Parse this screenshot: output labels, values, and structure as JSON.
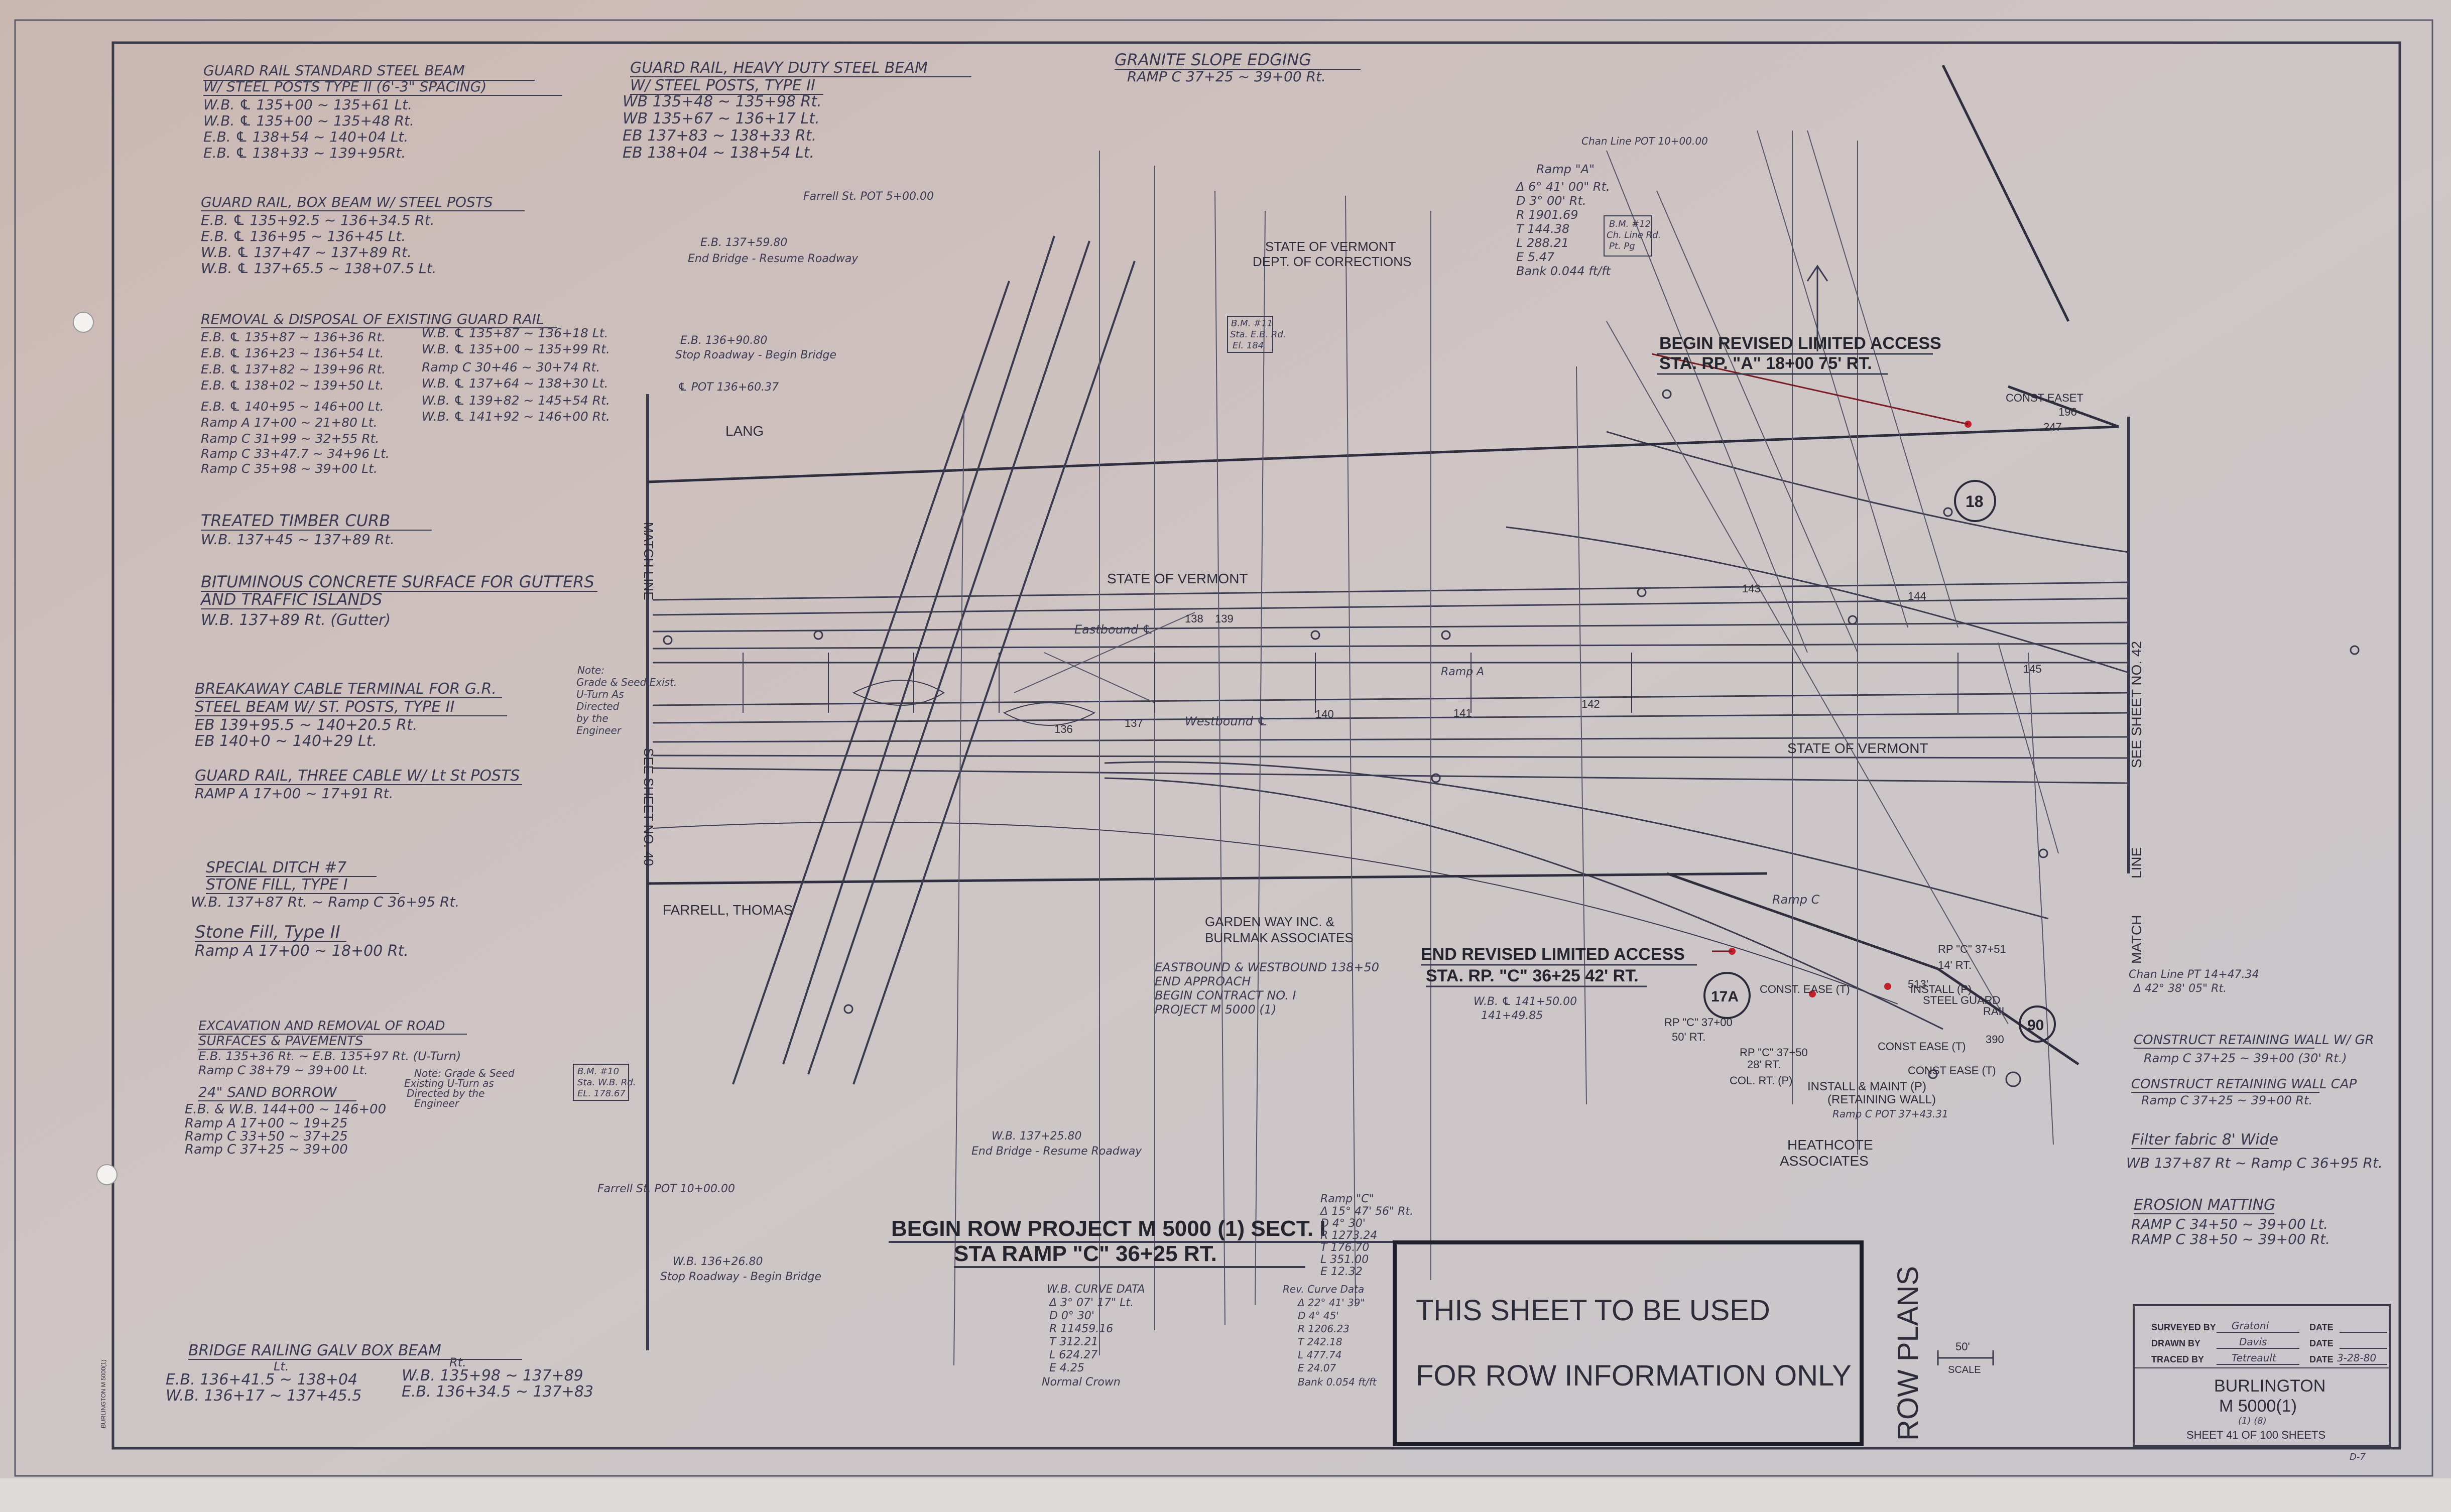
{
  "notes_left": {
    "gr_std_title": "GUARD RAIL STANDARD STEEL BEAM",
    "gr_std_sub": "W/ STEEL POSTS TYPE II (6'-3\" SPACING)",
    "gr_std_l1": "W.B. ℄ 135+00 ~ 135+61 Lt.",
    "gr_std_l2": "W.B. ℄ 135+00 ~ 135+48 Rt.",
    "gr_std_l3": "E.B. ℄ 138+54 ~ 140+04 Lt.",
    "gr_std_l4": "E.B. ℄ 138+33 ~ 139+95Rt.",
    "gr_box_title": "GUARD RAIL, BOX BEAM W/ STEEL POSTS",
    "gr_box_l1": "E.B. ℄ 135+92.5 ~ 136+34.5 Rt.",
    "gr_box_l2": "E.B. ℄ 136+95 ~ 136+45 Lt.",
    "gr_box_l3": "W.B. ℄ 137+47 ~ 137+89 Rt.",
    "gr_box_l4": "W.B. ℄ 137+65.5 ~ 138+07.5 Lt.",
    "removal_title": "REMOVAL & DISPOSAL OF EXISTING GUARD RAIL",
    "removal_a1": "E.B. ℄ 135+87 ~ 136+36 Rt.",
    "removal_a2": "E.B. ℄ 136+23 ~ 136+54 Lt.",
    "removal_a3": "E.B. ℄ 137+82 ~ 139+96 Rt.",
    "removal_a4": "E.B. ℄ 138+02 ~ 139+50 Lt.",
    "removal_a5": "E.B. ℄ 140+95 ~ 146+00 Lt.",
    "removal_a6": "Ramp A 17+00 ~ 21+80 Lt.",
    "removal_a7": "Ramp C 31+99 ~ 32+55 Rt.",
    "removal_a8": "Ramp C 33+47.7 ~ 34+96 Lt.",
    "removal_a9": "Ramp C 35+98 ~ 39+00 Lt.",
    "removal_b1": "W.B. ℄ 135+87 ~ 136+18 Lt.",
    "removal_b2": "W.B. ℄ 135+00 ~ 135+99 Rt.",
    "removal_b3": "Ramp C 30+46 ~ 30+74 Rt.",
    "removal_b4": "W.B. ℄ 137+64 ~ 138+30 Lt.",
    "removal_b5": "W.B. ℄ 139+82 ~ 145+54 Rt.",
    "removal_b6": "W.B. ℄ 141+92 ~ 146+00 Rt.",
    "timber_title": "TREATED TIMBER CURB",
    "timber_l1": "W.B. 137+45 ~ 137+89 Rt.",
    "bit_title_1": "BITUMINOUS CONCRETE SURFACE FOR GUTTERS",
    "bit_title_2": "AND TRAFFIC ISLANDS",
    "bit_l1": "W.B. 137+89 Rt. (Gutter)",
    "cable_title_1": "BREAKAWAY CABLE TERMINAL FOR G.R.",
    "cable_title_2": "STEEL BEAM W/ ST. POSTS, TYPE II",
    "cable_l1": "EB 139+95.5 ~ 140+20.5 Rt.",
    "cable_l2": "EB 140+0 ~ 140+29 Lt.",
    "three_cable_title": "GUARD RAIL, THREE CABLE W/ Lt St POSTS",
    "three_cable_l1": "RAMP A 17+00 ~ 17+91 Rt.",
    "ditch_title_1": "SPECIAL DITCH #7",
    "ditch_title_2": "STONE FILL, TYPE I",
    "ditch_l1": "W.B. 137+87 Rt. ~ Ramp C 36+95 Rt.",
    "stone_title": "Stone Fill, Type II",
    "stone_l1": "Ramp A 17+00 ~ 18+00 Rt.",
    "exc_title_1": "EXCAVATION AND REMOVAL OF ROAD",
    "exc_title_2": "SURFACES & PAVEMENTS",
    "exc_l1": "E.B. 135+36 Rt. ~ E.B. 135+97 Rt. (U-Turn)",
    "exc_l2": "Ramp C 38+79 ~ 39+00 Lt.",
    "sand_title": "24\" SAND BORROW",
    "sand_l1": "E.B. & W.B. 144+00 ~ 146+00",
    "sand_l2": "Ramp A 17+00 ~ 19+25",
    "sand_l3": "Ramp C 33+50 ~ 37+25",
    "sand_l4": "Ramp C 37+25 ~ 39+00",
    "sand_note_1": "Note: Grade & Seed",
    "sand_note_2": "Existing U-Turn as",
    "sand_note_3": "Directed by the",
    "sand_note_4": "Engineer",
    "bridge_title": "BRIDGE RAILING GALV BOX BEAM",
    "bridge_lt": "Lt.",
    "bridge_rt": "Rt.",
    "bridge_l1": "E.B. 136+41.5 ~ 138+04",
    "bridge_l2": "W.B. 136+17 ~ 137+45.5",
    "bridge_l3": "W.B. 135+98 ~ 137+89",
    "bridge_l4": "E.B. 136+34.5 ~ 137+83"
  },
  "notes_top": {
    "heavy_title_1": "GUARD RAIL, HEAVY DUTY STEEL BEAM",
    "heavy_title_2": "W/ STEEL POSTS, TYPE II",
    "heavy_l1": "WB  135+48 ~ 135+98 Rt.",
    "heavy_l2": "WB  135+67 ~ 136+17 Lt.",
    "heavy_l3": "EB  137+83 ~ 138+33 Rt.",
    "heavy_l4": "EB  138+04 ~ 138+54 Lt.",
    "granite_title": "GRANITE SLOPE EDGING",
    "granite_l1": "RAMP C  37+25 ~ 39+00 Rt."
  },
  "notes_right": {
    "retaining_title": "CONSTRUCT RETAINING WALL W/ GR",
    "retaining_l1": "Ramp C  37+25 ~ 39+00 (30' Rt.)",
    "retaining_cap": "CONSTRUCT RETAINING WALL CAP",
    "retaining_cap_l1": "Ramp C  37+25 ~ 39+00 Rt.",
    "filter_title": "Filter fabric 8' Wide",
    "filter_l1": "WB 137+87 Rt ~ Ramp C 36+95 Rt.",
    "erosion_title": "EROSION MATTING",
    "erosion_l1": "RAMP C  34+50 ~ 39+00 Lt.",
    "erosion_l2": "RAMP C  38+50 ~ 39+00 Rt.",
    "chan_line_pt": "Chan Line PT 14+47.34",
    "chan_delta": "Δ 42° 38' 05\" Rt."
  },
  "map": {
    "lang": "LANG",
    "state_vermont_1": "STATE OF VERMONT",
    "state_vermont_2": "STATE OF VERMONT",
    "state_corrections_1": "STATE OF VERMONT",
    "state_corrections_2": "DEPT. OF CORRECTIONS",
    "farrell_thomas": "FARRELL, THOMAS",
    "garden_way_1": "GARDEN WAY INC. &",
    "garden_way_2": "BURLMAK ASSOCIATES",
    "heathcote_1": "HEATHCOTE",
    "heathcote_2": "ASSOCIATES",
    "match_line": "MATCH LINE",
    "see_sheet_40": "SEE SHEET NO. 40",
    "see_sheet_42": "SEE SHEET NO. 42",
    "match_right": "MATCH",
    "line_right": "LINE",
    "begin_limited_1": "BEGIN REVISED LIMITED ACCESS",
    "begin_limited_2": "STA. RP. \"A\" 18+00  75' RT.",
    "end_limited_1": "END REVISED LIMITED ACCESS",
    "end_limited_2": "STA. RP. \"C\" 36+25  42' RT.",
    "begin_row_1": "BEGIN ROW PROJECT M 5000 (1) SECT. I",
    "begin_row_2": "STA RAMP \"C\" 36+25 RT.",
    "eastbound_label": "Eastbound ℄",
    "westbound_label": "Westbound ℄",
    "ramp_c_label": "Ramp C",
    "ramp_a_label": "Ramp A",
    "sta_136": "136",
    "sta_137": "137",
    "sta_138": "138",
    "sta_139": "139",
    "sta_140": "140",
    "sta_141": "141",
    "sta_142": "142",
    "sta_143": "143",
    "sta_144": "144",
    "sta_145": "145",
    "circle_18": "18",
    "circle_17a": "17A",
    "circle_90": "90",
    "const_ease_1": "CONST. EASE (T)",
    "const_ease_2": "CONST EASE (T)",
    "const_ease_3": "CONST EASE (T)",
    "const_easet": "CONST EASET",
    "num_196": "196",
    "num_247": "247",
    "num_390": "390",
    "install_steel_1": "INSTALL (P)",
    "install_steel_2": "STEEL GUARD",
    "install_steel_3": "RAIL",
    "install_maint_1": "INSTALL & MAINT (P)",
    "install_maint_2": "(RETAINING WALL)",
    "rp_c_37_51": "RP \"C\" 37+51",
    "rp_c_37_51_off": "14' RT.",
    "off_513": "513'",
    "rp_c_37_00": "RP \"C\" 37+00",
    "rp_c_37_00_off": "50' RT.",
    "rp_c_37_50": "RP \"C\" 37+50",
    "rp_c_37_50_off": "28' RT.",
    "col_rt": "COL. RT. (P)",
    "ramp_c_pot": "Ramp C  POT 37+43.31",
    "ramp_a_title": "Ramp \"A\"",
    "ramp_a_delta": "Δ  6° 41' 00\" Rt.",
    "ramp_a_d": "D  3° 00' Rt.",
    "ramp_a_r": "R  1901.69",
    "ramp_a_t": "T  144.38",
    "ramp_a_l": "L  288.21",
    "ramp_a_e": "E  5.47",
    "ramp_a_bank": "Bank 0.044 ft/ft",
    "chan_line_pot": "Chan Line POT 10+00.00",
    "farrell_pot_top": "Farrell St. POT 5+00.00",
    "farrell_pot_bottom": "Farrell St. POT 10+00.00",
    "eb_end_bridge_1": "E.B. 137+59.80",
    "eb_end_bridge_2": "End Bridge - Resume Roadway",
    "eb_stop_bridge_1": "E.B. 136+90.80",
    "eb_stop_bridge_2": "Stop Roadway - Begin Bridge",
    "pot_136": "℄ POT 136+60.37",
    "wb_end_bridge_1": "W.B. 137+25.80",
    "wb_end_bridge_2": "End Bridge - Resume Roadway",
    "wb_stop_bridge_1": "W.B. 136+26.80",
    "wb_stop_bridge_2": "Stop Roadway - Begin Bridge",
    "eastbound_westbound_1": "EASTBOUND & WESTBOUND 138+50",
    "eastbound_westbound_2": "END APPROACH",
    "eastbound_westbound_3": "BEGIN CONTRACT NO. I",
    "eastbound_westbound_4": "PROJECT M 5000 (1)",
    "grade_note_1": "Note:",
    "grade_note_2": "Grade & Seed Exist.",
    "grade_note_3": "U-Turn As",
    "grade_note_4": "Directed",
    "grade_note_5": "by the",
    "grade_note_6": "Engineer",
    "wb_curve_title": "W.B. CURVE DATA",
    "wb_curve_1": "Δ  3° 07' 17\" Lt.",
    "wb_curve_2": "D  0° 30'",
    "wb_curve_3": "R  11459.16",
    "wb_curve_4": "T  312.21",
    "wb_curve_5": "L  624.27",
    "wb_curve_6": "E  4.25",
    "wb_curve_7": "Normal Crown",
    "ramp_c_curve_title": "Ramp \"C\"",
    "ramp_c_curve_1": "Δ  15° 47' 56\" Rt.",
    "ramp_c_curve_2": "D  4° 30'",
    "ramp_c_curve_3": "R  1273.24",
    "ramp_c_curve_4": "T  176.70",
    "ramp_c_curve_5": "L  351.00",
    "ramp_c_curve_6": "E  12.32",
    "box_curve_title": "Rev. Curve Data",
    "box_curve_1": "Δ  22° 41' 39\"",
    "box_curve_2": "D  4° 45'",
    "box_curve_3": "R  1206.23",
    "box_curve_4": "T  242.18",
    "box_curve_5": "L  477.74",
    "box_curve_6": "E  24.07",
    "box_curve_7": "Bank 0.054 ft/ft",
    "wb_141_1": "W.B. ℄ 141+50.00",
    "wb_141_2": "141+49.85",
    "bm_10_1": "B.M. #10",
    "bm_10_2": "Sta. W.B. Rd.",
    "bm_10_3": "EL. 178.67",
    "bm_12_1": "B.M. #12",
    "bm_12_2": "Ch. Line Rd.",
    "bm_12_3": "Pt. Pg",
    "bm_11_1": "B.M. #11",
    "bm_11_2": "Sta. E.B. Rd.",
    "bm_11_3": "El. 184"
  },
  "stamp": {
    "line1": "THIS SHEET TO BE USED",
    "line2": "FOR ROW INFORMATION ONLY"
  },
  "title_block": {
    "row_plans": "ROW PLANS",
    "scale_value": "50'",
    "scale_label": "SCALE",
    "surveyed_label": "SURVEYED BY",
    "surveyed_value": "Gratoni",
    "drawn_label": "DRAWN BY",
    "drawn_value": "Davis",
    "traced_label": "TRACED BY",
    "traced_value": "Tetreault",
    "date_label": "DATE",
    "traced_date": "3-28-80",
    "city": "BURLINGTON",
    "project": "M 5000(1)",
    "project_sub": "(1)   (8)",
    "sheet": "SHEET 41 OF 100 SHEETS",
    "corner_code": "D-7",
    "side_code": "BURLINGTON M 5000(1)"
  },
  "colors": {
    "paper": "#cfc4c2",
    "ink": "#2c2c3a",
    "red_dot": "#c0202a"
  }
}
